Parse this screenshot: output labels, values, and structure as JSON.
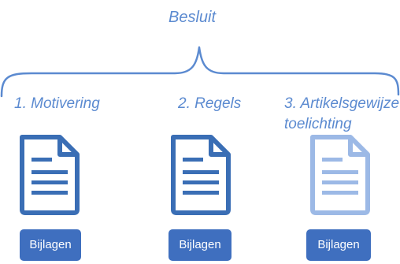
{
  "diagram": {
    "title": "Besluit",
    "colors": {
      "accent": "#5b8ad0",
      "document_dark": "#3a6eb5",
      "document_light": "#9cb9e6",
      "button": "#3f6fbf"
    },
    "items": [
      {
        "label_lines": [
          "1. Motivering"
        ],
        "icon": "document-icon",
        "icon_style": "solid",
        "button_label": "Bijlagen"
      },
      {
        "label_lines": [
          "2. Regels"
        ],
        "icon": "document-icon",
        "icon_style": "solid",
        "button_label": "Bijlagen"
      },
      {
        "label_lines": [
          "3. Artikelsgewijze",
          "toelichting"
        ],
        "icon": "document-icon",
        "icon_style": "faded",
        "button_label": "Bijlagen"
      }
    ]
  }
}
